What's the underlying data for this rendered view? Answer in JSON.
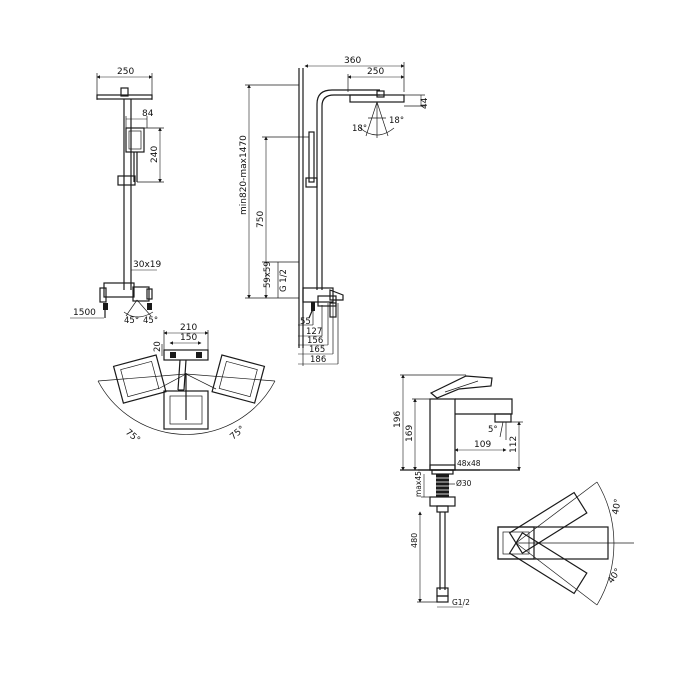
{
  "shower_front": {
    "head_width": "250",
    "hand_width": "84",
    "hand_height": "240",
    "bar_section": "30x19",
    "hose": "1500",
    "spout_angle_left": "45°",
    "spout_angle_right": "45°"
  },
  "shower_side": {
    "arm_reach": "360",
    "head_width": "250",
    "head_thickness": "44",
    "tilt_left": "18°",
    "tilt_right": "18°",
    "height_range": "min820-max1470",
    "holder_height": "750",
    "escutcheon": "59x59",
    "thread": "G 1/2",
    "depth_55": "55",
    "depth_127": "127",
    "depth_156": "156",
    "depth_165": "165",
    "depth_186": "186"
  },
  "shower_top": {
    "width_210": "210",
    "width_150": "150",
    "offset_20": "20",
    "swing_left": "75°",
    "swing_right": "75°"
  },
  "basin_side": {
    "total_height": "196",
    "spout_height": "169",
    "outlet_height": "112",
    "spout_reach": "109",
    "outlet_angle": "5°",
    "body_section": "48x48",
    "shank_diameter": "Ø30",
    "deck_max": "max45",
    "hose_length": "480",
    "hose_thread": "G1/2"
  },
  "basin_top": {
    "swing_top": "40°",
    "swing_bottom": "40°"
  }
}
